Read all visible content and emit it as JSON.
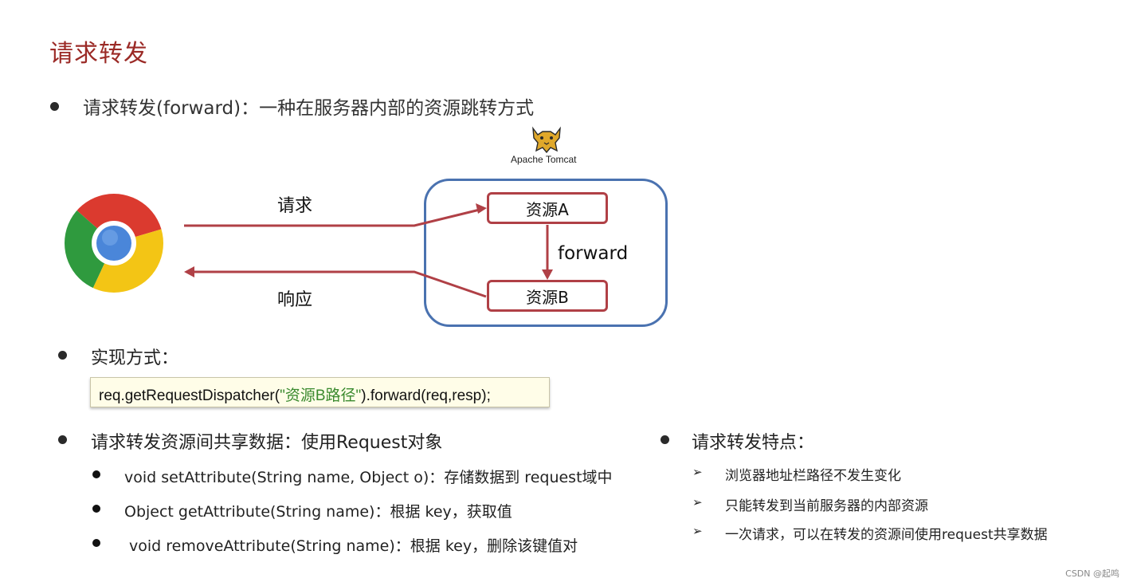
{
  "title": "请求转发",
  "intro": "请求转发(forward)：一种在服务器内部的资源跳转方式",
  "diagram": {
    "tomcat_label": "Apache Tomcat",
    "request_label": "请求",
    "response_label": "响应",
    "resource_a": "资源A",
    "resource_b": "资源B",
    "forward_label": "forward",
    "colors": {
      "arrow": "#b04046",
      "server_border": "#4a72b0"
    }
  },
  "implementation": {
    "heading": "实现方式：",
    "code_prefix": "req.getRequestDispatcher(",
    "code_string": "\"资源B路径\"",
    "code_suffix": ").forward(req,resp);"
  },
  "sharing": {
    "heading": "请求转发资源间共享数据：使用Request对象",
    "items": [
      "void setAttribute(String name, Object o)：存储数据到 request域中",
      "Object getAttribute(String name)：根据 key，获取值",
      " void removeAttribute(String name)：根据 key，删除该键值对"
    ]
  },
  "features": {
    "heading": "请求转发特点：",
    "items": [
      "浏览器地址栏路径不发生变化",
      "只能转发到当前服务器的内部资源",
      "一次请求，可以在转发的资源间使用request共享数据"
    ]
  },
  "watermark": "CSDN @起鸣"
}
